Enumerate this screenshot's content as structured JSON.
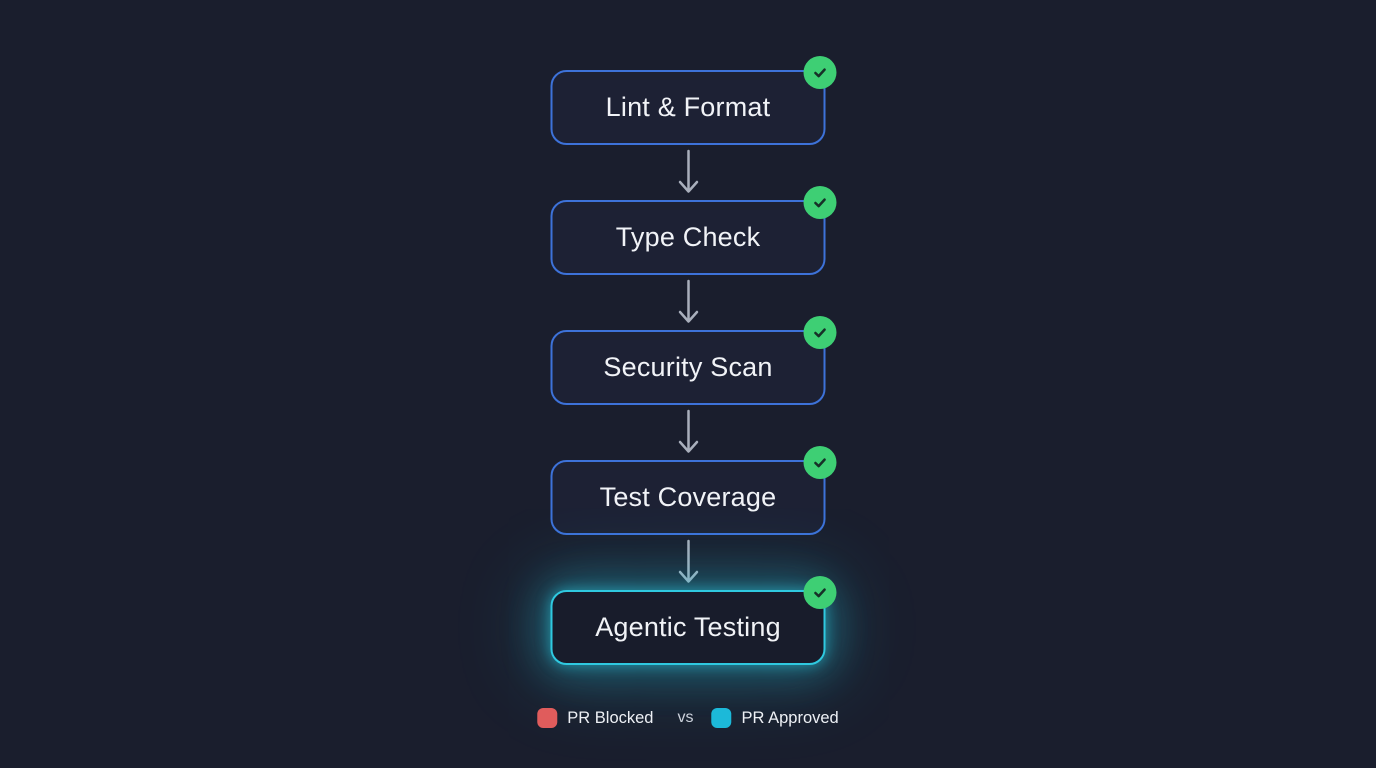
{
  "theme": {
    "background": "#1a1e2d",
    "node_fill": "#1d2134",
    "node_border_blue": "#3d72d9",
    "node_border_cyan": "#2fc9e0",
    "glow_cyan": "#2ccde4",
    "badge_green": "#3ecf74",
    "check_stroke_dark": "#173028",
    "arrow_gray": "#a9afbc",
    "text_color": "#f1f3f7",
    "legend_red": "#e05c5c",
    "legend_cyan": "#1cb9d9"
  },
  "pipeline": {
    "nodes": [
      {
        "label": "Lint & Format",
        "status": "passed",
        "highlighted": false
      },
      {
        "label": "Type Check",
        "status": "passed",
        "highlighted": false
      },
      {
        "label": "Security Scan",
        "status": "passed",
        "highlighted": false
      },
      {
        "label": "Test Coverage",
        "status": "passed",
        "highlighted": false
      },
      {
        "label": "Agentic Testing",
        "status": "passed",
        "highlighted": true
      }
    ]
  },
  "legend": {
    "blocked_label": "PR Blocked",
    "separator": "vs",
    "approved_label": "PR Approved"
  }
}
